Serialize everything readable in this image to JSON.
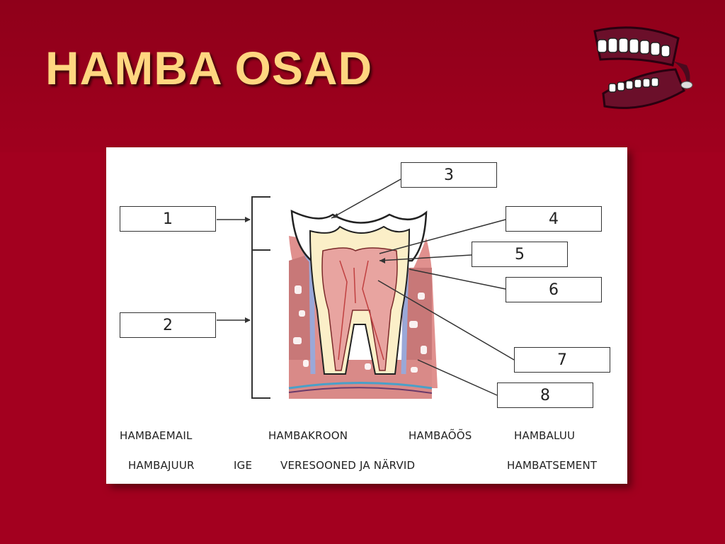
{
  "slide": {
    "title": "HAMBA OSAD",
    "background_color": "#a3001f",
    "title_color": "#ffd680",
    "decoration_icon": "false-teeth-icon"
  },
  "diagram": {
    "subject": "tooth-cross-section",
    "number_labels": [
      "1",
      "2",
      "3",
      "4",
      "5",
      "6",
      "7",
      "8"
    ],
    "terms": [
      "HAMBAEMAIL",
      "HAMBAKROON",
      "HAMBAÕÕS",
      "HAMBALUU",
      "HAMBAJUUR",
      "IGE",
      "VERESOONED JA NÄRVID",
      "HAMBATSEMENT"
    ],
    "colors": {
      "enamel": "#ffffff",
      "dentin": "#fbefc8",
      "pulp": "#e8a4a0",
      "gum": "#d98a88",
      "bone": "#c47070",
      "cement": "#9aa8d8"
    }
  }
}
